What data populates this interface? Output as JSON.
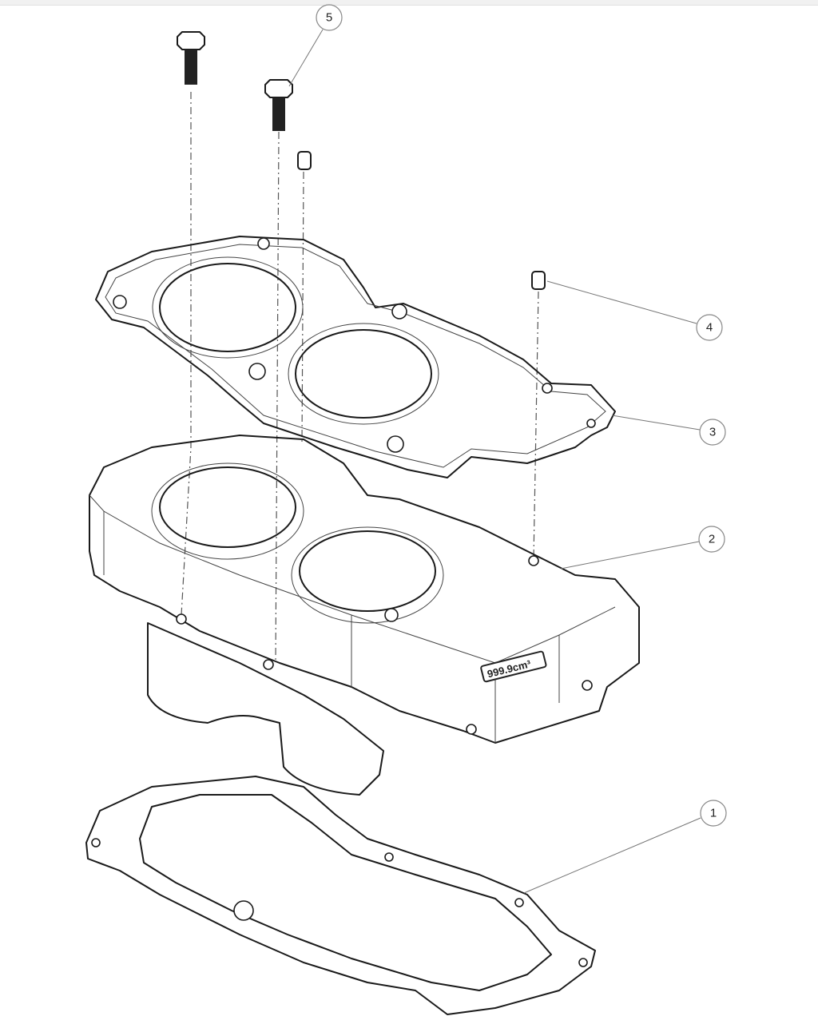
{
  "diagram": {
    "callouts": [
      {
        "number": "1",
        "part": "base-gasket"
      },
      {
        "number": "2",
        "part": "cylinder"
      },
      {
        "number": "3",
        "part": "head-gasket"
      },
      {
        "number": "4",
        "part": "dowel-pin"
      },
      {
        "number": "5",
        "part": "bolt"
      }
    ],
    "cylinder_marking": "999.9cm³"
  }
}
